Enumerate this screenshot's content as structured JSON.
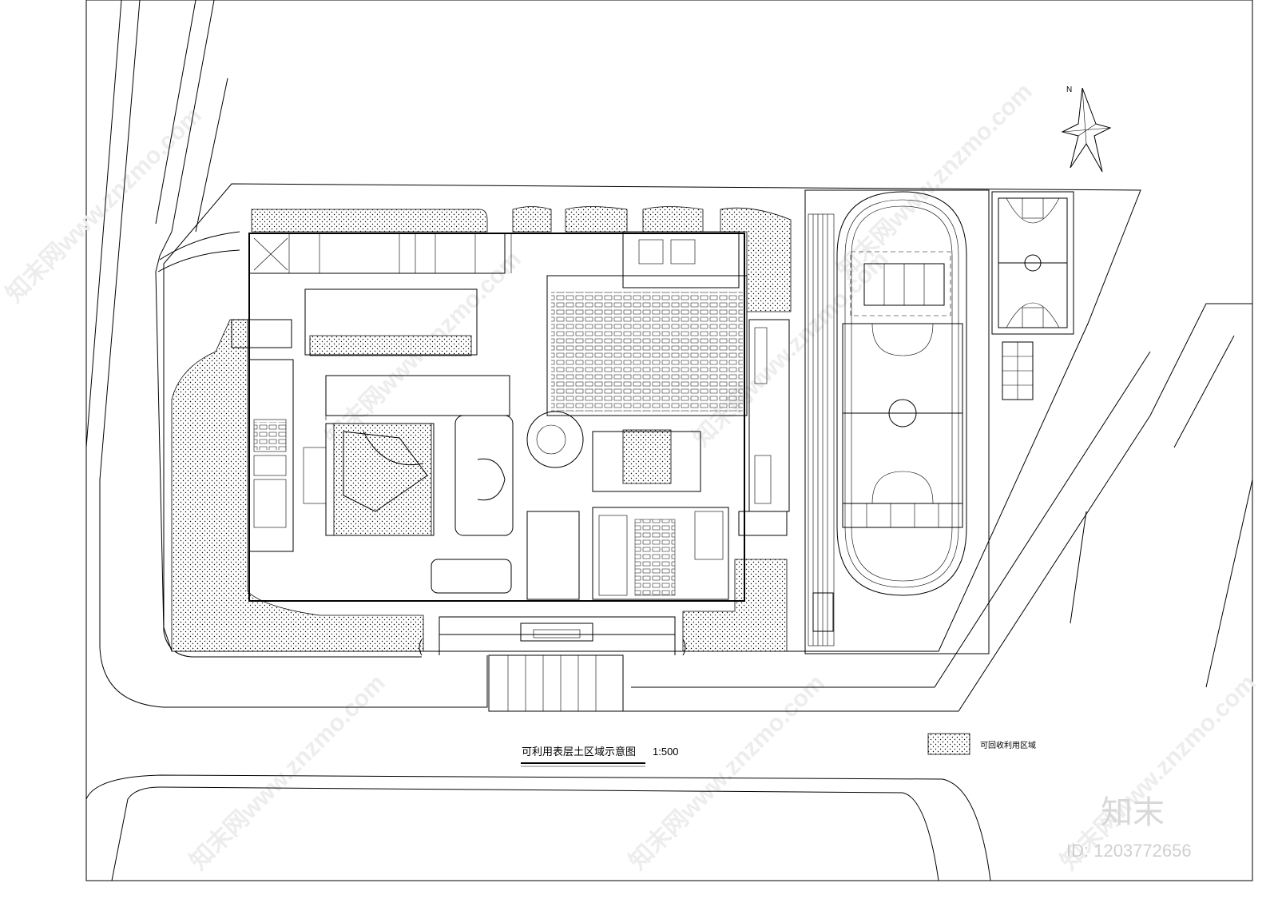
{
  "drawing": {
    "title": "可利用表层土区域示意图",
    "scale": "1:500",
    "north_label": "N"
  },
  "legend": {
    "label": "可回收利用区域",
    "pattern": "dotted-hatch"
  },
  "watermark": {
    "brand": "知末",
    "id": "ID: 1203772656",
    "site_text": "知末网www.znzmo.com"
  },
  "colors": {
    "line": "#000000",
    "background": "#ffffff",
    "watermark": "#d8d8d8"
  },
  "icons": {
    "north_arrow": "compass-rose-icon"
  }
}
